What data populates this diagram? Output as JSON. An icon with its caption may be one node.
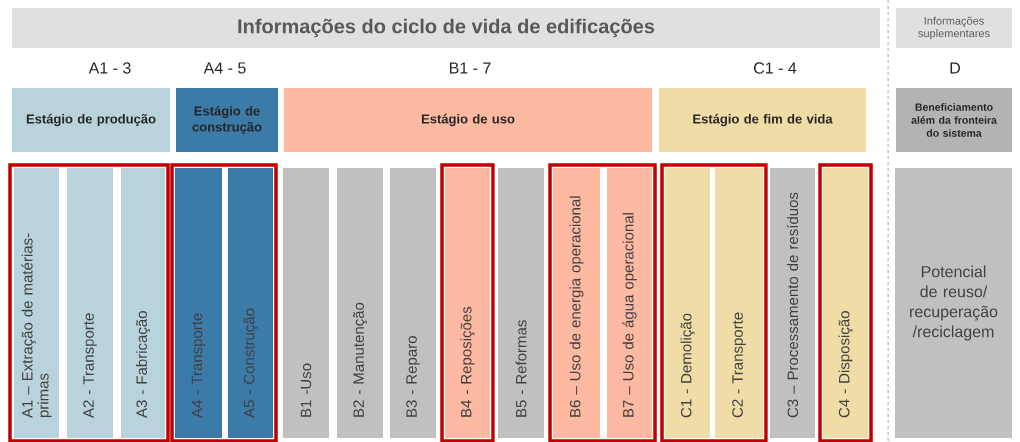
{
  "diagram": {
    "nodes": [
      {
        "text": [
          "Informações do ciclo de vida de edificações"
        ]
      },
      {
        "text": [
          "Informações suplementares"
        ]
      },
      {
        "text": [
          "Estágio de produção"
        ]
      },
      {
        "text": [
          "Estágio de construção"
        ]
      },
      {
        "text": [
          "Estágio de uso"
        ]
      },
      {
        "text": [
          "Estágio de fim de vida"
        ]
      },
      {
        "text": [
          "Beneficiamento além da fronteira do sistema"
        ]
      },
      {
        "text": [],
        "shape": "box"
      },
      {
        "text": [
          "A1 – Extração de matérias-primas"
        ],
        "in": 7
      },
      {
        "text": [
          "A2 - Transporte"
        ],
        "in": 7
      },
      {
        "text": [
          "A3 - Fabricação"
        ],
        "in": 7
      },
      {
        "text": [],
        "shape": "box"
      },
      {
        "text": [
          "A4 - Transporte"
        ],
        "in": 11
      },
      {
        "text": [
          "A5 - Construção"
        ],
        "in": 11
      },
      {
        "text": [
          "B1 -Uso"
        ]
      },
      {
        "text": [
          "B2 - Manutenção"
        ]
      },
      {
        "text": [
          "B3 - Reparo"
        ]
      },
      {
        "text": [],
        "shape": "box"
      },
      {
        "text": [
          "B4 - Reposições"
        ],
        "in": 17
      },
      {
        "text": [
          "B5 - Reformas"
        ]
      },
      {
        "text": [],
        "shape": "box"
      },
      {
        "text": [
          "B6 – Uso de energia operacional"
        ],
        "in": 20
      },
      {
        "text": [
          "B7 – Uso de água operacional"
        ],
        "in": 20
      },
      {
        "text": [],
        "shape": "box"
      },
      {
        "text": [
          "C1 - Demolição"
        ],
        "in": 23
      },
      {
        "text": [
          "C2 - Transporte"
        ],
        "in": 23
      },
      {
        "text": [
          "C3 – Processamento de resíduos"
        ]
      },
      {
        "text": [],
        "shape": "box"
      },
      {
        "text": [
          "C4 - Disposição"
        ],
        "in": 27
      },
      {
        "text": [
          "Potencial de reuso/ recuperação /reciclagem"
        ]
      }
    ],
    "labels": [
      "A1 - 3",
      "A4 - 5",
      "B1 - 7",
      "C1 - 4",
      "D"
    ]
  }
}
